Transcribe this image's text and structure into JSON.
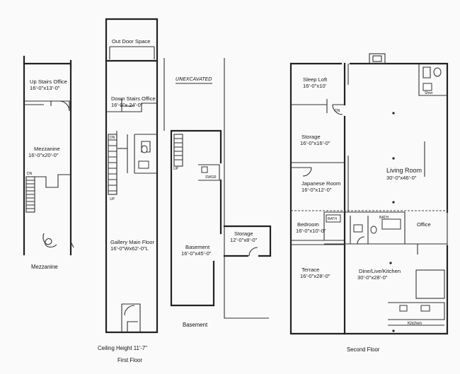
{
  "mezzanine": {
    "rooms": [
      {
        "name": "Up Stairs Office",
        "size": "16'-0\"x13'-0\""
      },
      {
        "name": "Mezzanine",
        "size": "16'-0\"x20'-0\""
      }
    ],
    "caption": "Mezzanine",
    "dn_label": "DN"
  },
  "first_floor": {
    "outdoor": "Out Door Space",
    "rooms": [
      {
        "name": "Down Stairs Office",
        "size": "16'-0\"x 24'-0\""
      },
      {
        "name": "Gallery Main Floor",
        "size": "16'-0\"Wx62'-0\"L"
      }
    ],
    "up_label": "UP",
    "dn_label": "DN",
    "ceiling": "Ceiling Height 11'-7\"",
    "caption": "First Floor"
  },
  "basement": {
    "unexcavated": "UNEXCAVATED",
    "room": {
      "name": "Basement",
      "size": "16'-0\"x45'-0\""
    },
    "storage": {
      "name": "Storage",
      "size": "12'-0\"x8'-0\""
    },
    "up_label": "UP",
    "sewer_label": "SWGR",
    "caption": "Basement"
  },
  "second_floor": {
    "rooms": [
      {
        "name": "Sleep Loft",
        "size": "16'-0\"x10'"
      },
      {
        "name": "Storage",
        "size": "16'-0\"x16'-0\""
      },
      {
        "name": "Japanese Room",
        "size": "16'-0\"x12'-0\""
      },
      {
        "name": "Bedroom",
        "size": "16'-0\"x10'-0\""
      },
      {
        "name": "Terrace",
        "size": "16'-0\"x28'-0\""
      },
      {
        "name": "Living Room",
        "size": "30'-0\"x46'-0\""
      },
      {
        "name": "Dine/Live/Kitchen",
        "size": "30'-0\"x28'-0\""
      }
    ],
    "office": "Office",
    "kitchen": "Kitchen",
    "bath_labels": [
      "BATH",
      "BATH"
    ],
    "shower_label": "Shwr",
    "dn_label": "DN",
    "caption": "Second Floor"
  }
}
